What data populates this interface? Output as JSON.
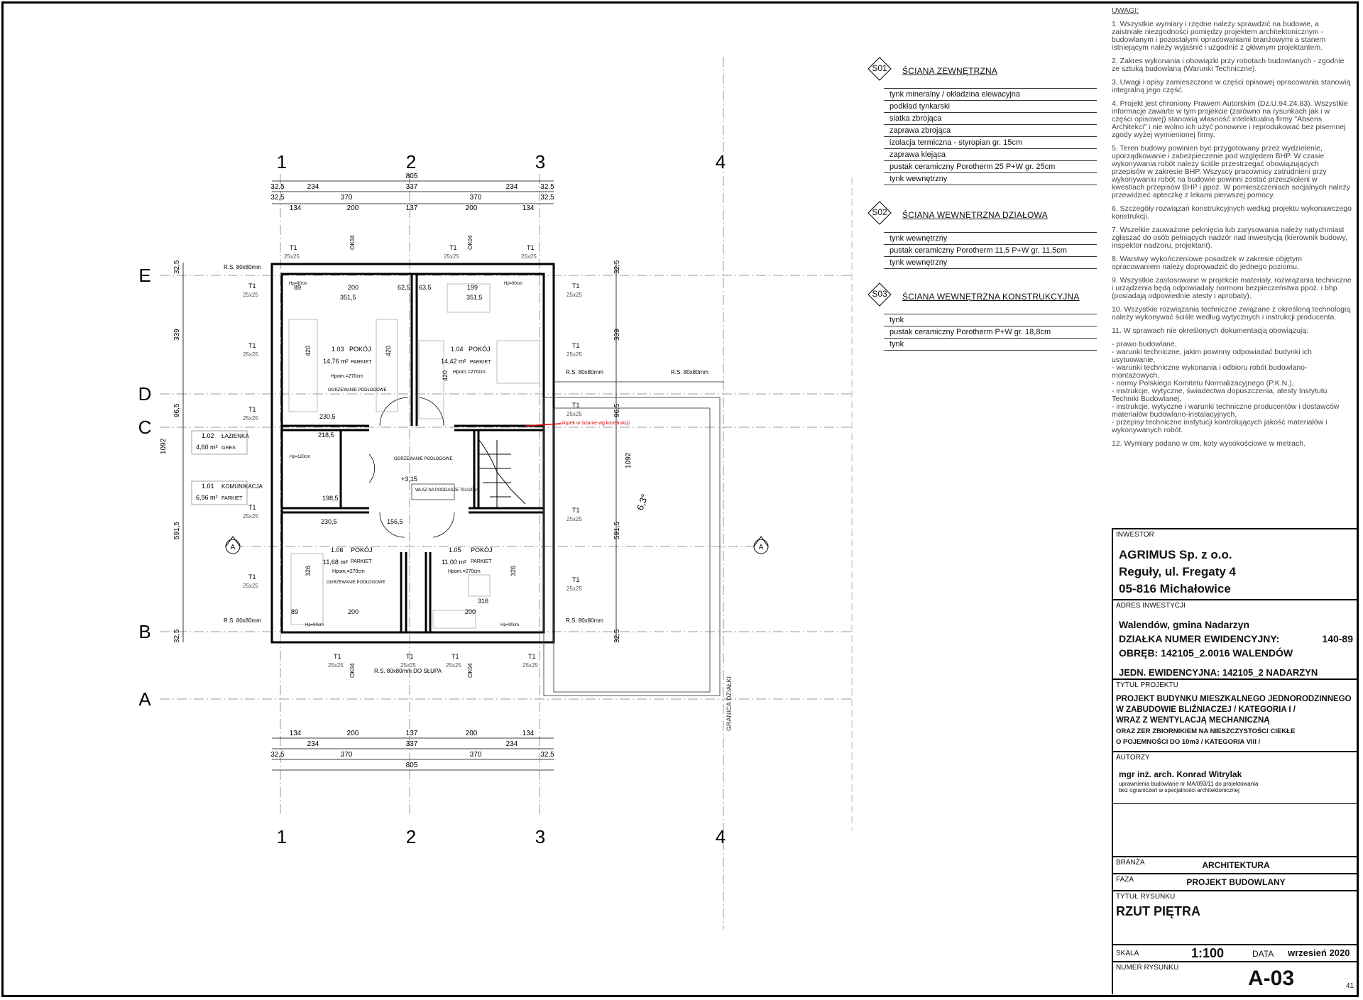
{
  "axes": {
    "columns": [
      "1",
      "2",
      "3",
      "4"
    ],
    "rows": [
      "E",
      "D",
      "C",
      "B",
      "A"
    ],
    "section_mark": "A"
  },
  "dims": {
    "top_total": "805",
    "top_row2": [
      "32,5",
      "234",
      "337",
      "234",
      "32,5"
    ],
    "top_row1": [
      "32,5",
      "370",
      "370",
      "32,5"
    ],
    "top_row3": [
      "134",
      "200",
      "137",
      "200",
      "134"
    ],
    "left_vertical": [
      "32,5",
      "339",
      "96,5",
      "1092",
      "591,5",
      "32,5"
    ],
    "right_vertical": [
      "32,5",
      "339",
      "96,5",
      "1092",
      "591,5",
      "32,5"
    ],
    "bottom_row1": [
      "134",
      "200",
      "137",
      "200",
      "134"
    ],
    "bottom_row2": [
      "234",
      "337",
      "234"
    ],
    "bottom_row3": [
      "32,5",
      "370",
      "370",
      "32,5"
    ],
    "bottom_total": "805"
  },
  "rooms": [
    {
      "num": "1.03",
      "name": "POKÓJ",
      "area": "14,76 m²",
      "floor": "PARKIET",
      "height": "Hpom.=270cm"
    },
    {
      "num": "1.04",
      "name": "POKÓJ",
      "area": "14,42 m²",
      "floor": "PARKIET",
      "height": "Hpom.=270cm"
    },
    {
      "num": "1.06",
      "name": "POKÓJ",
      "area": "11,68 m²",
      "floor": "PARKIET",
      "height": "Hpom.=270cm"
    },
    {
      "num": "1.05",
      "name": "POKÓJ",
      "area": "11,00 m²",
      "floor": "PARKIET",
      "height": "Hpom.=270cm"
    }
  ],
  "side_rooms": [
    {
      "num": "1.02",
      "name": "ŁAZIENKA",
      "area": "4,60 m²",
      "floor": "GRES"
    },
    {
      "num": "1.01",
      "name": "KOMUNIKACJA",
      "area": "6,96 m²",
      "floor": "PARKIET"
    }
  ],
  "plan_labels": {
    "heating1": "OGRZEWANIE PODŁOGOWE",
    "heating2": "OGRZEWANIE PODŁOGOWE",
    "heating3": "OGRZEWANIE PODŁOGOWE",
    "level": "+3,15",
    "attic": "WŁAZ NA PODDASZE 70x120cm",
    "column": "T1",
    "column_size": "25x25",
    "rs": "R.S. 80x80mm",
    "rs_post": "R.S. 80x80mm DO SŁUPA",
    "okno": "OK04",
    "red_note": "słupek w ścianie wg konstrukcji",
    "slope": "6,3°",
    "boundary": "GRANICA DZIAŁKI",
    "hp": "Hp=90cm",
    "hp120": "Hp=120cm",
    "dim_351": "351,5",
    "dim_200": "200",
    "dim_199": "199",
    "dim_89": "89",
    "dim_625": "62,5",
    "dim_635": "63,5",
    "dim_420": "420",
    "dim_2305": "230,5",
    "dim_2185": "218,5",
    "dim_1985": "198,5",
    "dim_1565": "156,5",
    "dim_316": "316",
    "dim_326": "326",
    "dim_1092": "1092",
    "dim_5915": "591,5"
  },
  "legend": [
    {
      "code": "S01",
      "title": "ŚCIANA ZEWNĘTRZNA",
      "layers": [
        "tynk mineralny / okładzina elewacyjna",
        "podkład tynkarski",
        "siatka zbrojąca",
        "zaprawa zbrojąca",
        "izolacja termiczna - styropian gr. 15cm",
        "zaprawa klejąca",
        "pustak ceramiczny Porotherm 25 P+W gr. 25cm",
        "tynk wewnętrzny"
      ]
    },
    {
      "code": "S02",
      "title": "ŚCIANA WEWNĘTRZNA DZIAŁOWA",
      "layers": [
        "tynk wewnętrzny",
        "pustak ceramiczny Porotherm 11,5 P+W gr. 11,5cm",
        "tynk wewnętrzny"
      ]
    },
    {
      "code": "S03",
      "title": "ŚCIANA WEWNĘTRZNA KONSTRUKCYJNA",
      "layers": [
        "tynk",
        "pustak ceramiczny Porotherm  P+W gr. 18,8cm",
        "tynk"
      ]
    }
  ],
  "notes": {
    "header": "UWAGI:",
    "items": [
      "1. Wszystkie wymiary i rzędne należy sprawdzić na budowie, a zaistniałe niezgodności pomiędzy projektem architektonicznym - budowlanym i pozostałymi opracowaniami branżowymi a stanem istniejącym należy wyjaśnić i uzgodnić z głównym projektantem.",
      "2. Zakres wykonania i obowiązki przy robotach budowlanych - zgodnie ze sztuką budowlaną (Warunki Techniczne).",
      "3. Uwagi i opisy zamieszczone w części opisowej opracowania stanowią integralną jego część.",
      "4. Projekt jest chroniony Prawem Autorskim (Dz.U.94.24.83). Wszystkie informacje zawarte w tym projekcie (zarówno na rysunkach jak i w części opisowej) stanowią własność intelektualną firmy \"Absens Architekci\" i nie wolno ich użyć ponownie i reprodukować bez pisemnej zgody wyżej wymienionej firmy.",
      "5. Teren budowy powinien być przygotowany przez wydzielenie, uporządkowanie i zabezpieczenie pod względem BHP. W czasie wykonywania robót należy ściśle przestrzegać obowiązujących przepisów w zakresie BHP. Wszyscy pracownicy zatrudnieni przy wykonywaniu robót na budowie powinni zostać przeszkoleni w kwestiach przepisów BHP i ppoż. W pomieszczeniach socjalnych należy przewidzieć apteczkę z lekami pierwszej pomocy.",
      "6. Szczegóły rozwiązań konstrukcyjnych według projektu wykonawczego konstrukcji.",
      "7. Wszelkie zauważone pęknięcia lub zarysowania należy natychmiast zgłaszać do osób pełniących nadzór nad inwestycją (kierownik budowy, inspektor nadzoru, projektant).",
      "8. Warstwy wykończeniowe posadzek w zakresie objętym opracowaniem należy doprowadzić do jednego poziomu.",
      "9. Wszystkie zastosowane w projekcie materiały, rozwiązania techniczne i urządzenia będą odpowiadały normom bezpieczeństwa ppoż. i bhp (posiadają odpowiednie atesty i aprobaty).",
      "10. Wszystkie rozwiązania techniczne związane z określoną technologią należy wykonywać ściśle według wytycznych i instrukcji producenta.",
      "11. W sprawach nie określonych dokumentacją obowiązują:"
    ],
    "sublist": [
      "- prawo budowlane,",
      "- warunki techniczne, jakim powinny odpowiadać budynki ich usytuowanie,",
      "- warunki techniczne wykonania i odbioru robót budowlano-montażowych,",
      "- normy Polskiego Komitetu Normalizacyjnego (P.K.N.),",
      "- instrukcje, wytyczne, świadectwa dopuszczenia, atesty Instytutu Techniki Budowlanej,",
      "- instrukcje, wytyczne i warunki techniczne producentów i dostawców materiałów budowlano-instalacyjnych,",
      "- przepisy techniczne instytucji kontrolujących jakość materiałów i wykonywanych robót."
    ],
    "last": "12. Wymiary podano w cm, koty wysokościowe w metrach."
  },
  "title_block": {
    "investor_label": "INWESTOR",
    "investor": [
      "AGRIMUS Sp. z o.o.",
      "Reguły, ul. Fregaty 4",
      "05-816 Michałowice"
    ],
    "address_label": "ADRES INWESTYCJI",
    "address_line1": "Walendów, gmina Nadarzyn",
    "parcel_label": "DZIAŁKA NUMER EWIDENCYJNY:",
    "parcel": "140-89",
    "obreb": "OBRĘB: 142105_2.0016 WALENDÓW",
    "jedn": "JEDN. EWIDENCYJNA: 142105_2 NADARZYN",
    "project_label": "TYTUŁ PROJEKTU",
    "project": [
      "PROJEKT BUDYNKU MIESZKALNEGO JEDNORODZINNEGO",
      "W ZABUDOWIE BLIŹNIACZEJ  / KATEGORIA I /",
      "WRAZ Z WENTYLACJĄ MECHANICZNĄ",
      "ORAZ ZER ZBIORNIKIEM NA NIESZCZYSTOŚCI CIEKŁE",
      "O POJEMNOŚCI DO 10m3 / KATEGORIA VIII /"
    ],
    "authors_label": "AUTORZY",
    "author": "mgr inż. arch. Konrad Witrylak",
    "author_note1": "uprawnienia budowlane nr MA/093/11 do projektowania",
    "author_note2": "bez ograniczeń w specjalności architektonicznej",
    "branch_label": "BRANŻA",
    "branch": "ARCHITEKTURA",
    "phase_label": "FAZA",
    "phase": "PROJEKT BUDOWLANY",
    "drawing_title_label": "TYTUŁ RYSUNKU",
    "drawing_title": "RZUT PIĘTRA",
    "scale_label": "SKALA",
    "scale": "1:100",
    "date_label": "DATA",
    "date": "wrzesień 2020",
    "number_label": "NUMER RYSUNKU",
    "number": "A-03",
    "sheet": "41"
  }
}
